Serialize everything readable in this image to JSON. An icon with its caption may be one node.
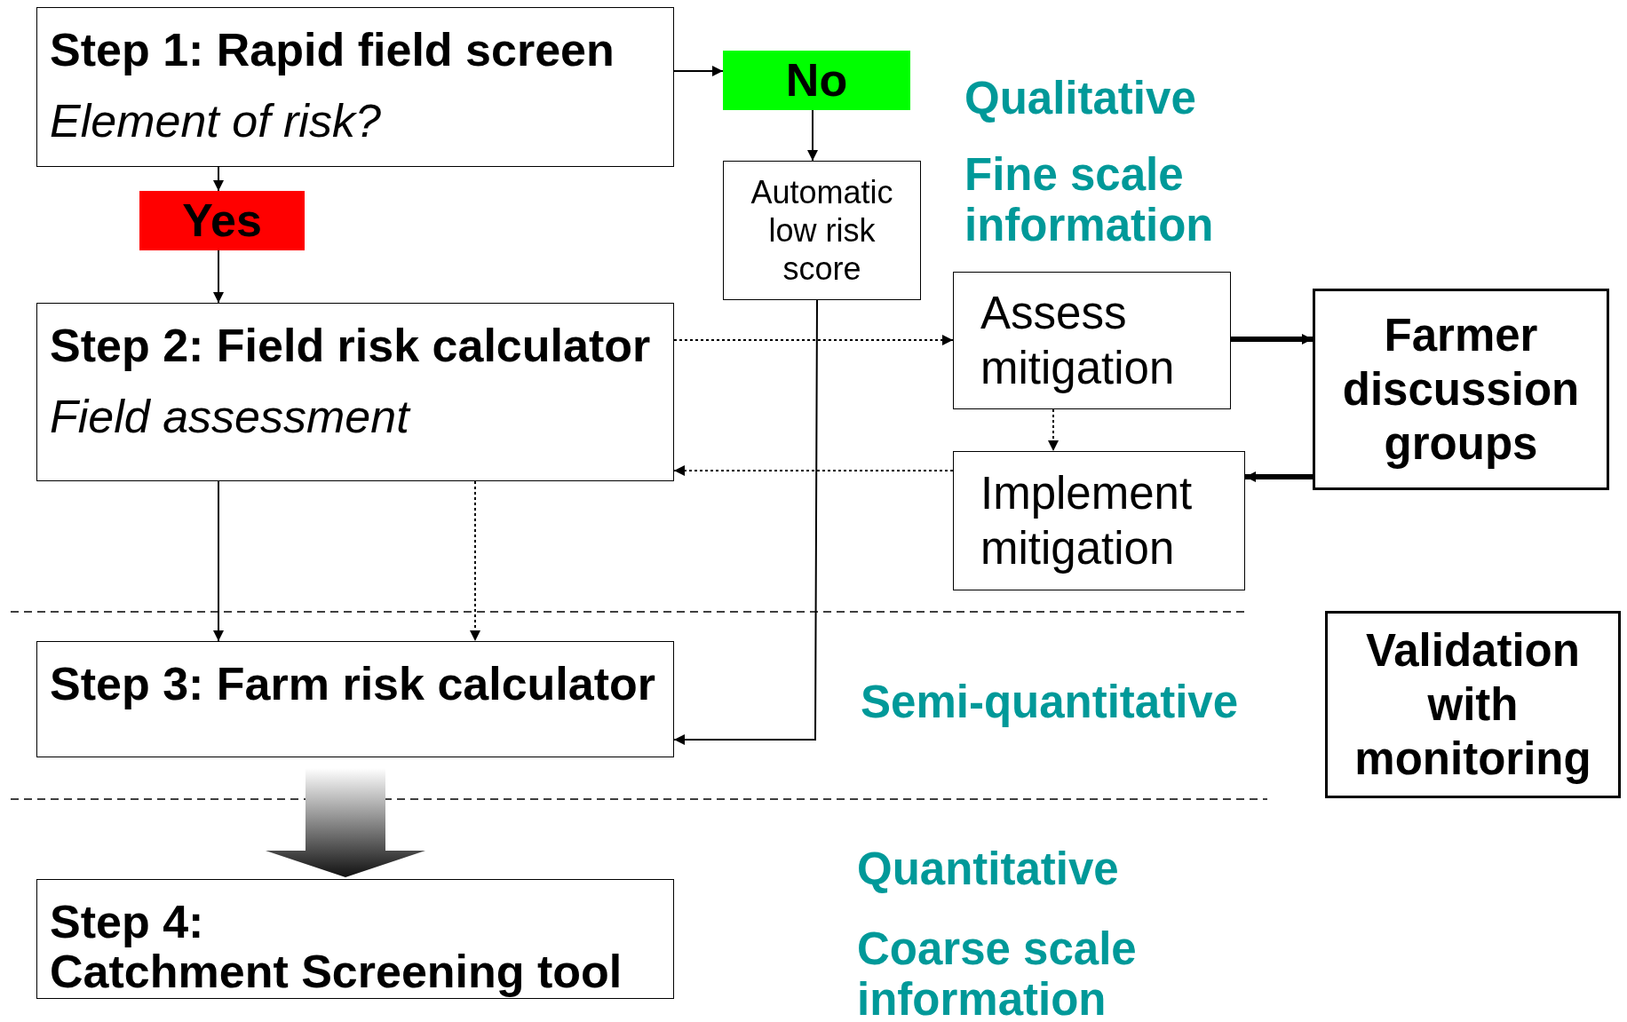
{
  "diagram": {
    "nodes": [
      {
        "text": [
          "Step 1: Rapid field screen",
          "Element of risk?"
        ]
      },
      {
        "text": [
          "No"
        ]
      },
      {
        "text": [
          "Yes"
        ]
      },
      {
        "text": [
          "Automatic low risk score"
        ]
      },
      {
        "text": [
          "Step 2: Field risk calculator",
          "Field assessment"
        ]
      },
      {
        "text": [
          "Assess mitigation"
        ]
      },
      {
        "text": [
          "Farmer discussion groups"
        ]
      },
      {
        "text": [
          "Implement mitigation"
        ]
      },
      {
        "text": [
          "Step 3: Farm risk calculator"
        ]
      },
      {
        "text": [
          "Validation with monitoring"
        ]
      },
      {
        "text": [
          "Step 4:",
          "Catchment Screening tool"
        ]
      }
    ],
    "edges": [
      {
        "from": 0,
        "to": 1,
        "arrow": "to"
      },
      {
        "from": 1,
        "to": 3,
        "arrow": "to"
      },
      {
        "from": 0,
        "to": 2,
        "arrow": "to"
      },
      {
        "from": 2,
        "to": 4,
        "arrow": "to"
      },
      {
        "from": 4,
        "to": 5,
        "arrow": "to",
        "style": "dashed"
      },
      {
        "from": 5,
        "to": 6,
        "arrow": "to",
        "style": "thick"
      },
      {
        "from": 5,
        "to": 7,
        "arrow": "to",
        "style": "dashed"
      },
      {
        "from": 6,
        "to": 7,
        "arrow": "to",
        "style": "thick"
      },
      {
        "from": 7,
        "to": 4,
        "arrow": "to",
        "style": "dashed"
      },
      {
        "from": 4,
        "to": 8,
        "arrow": "to"
      },
      {
        "from": 4,
        "to": 8,
        "arrow": "to",
        "style": "dashed"
      },
      {
        "from": 3,
        "to": 8,
        "arrow": "to"
      },
      {
        "from": 8,
        "to": 10,
        "arrow": "to",
        "style": "thick"
      }
    ],
    "labels": [
      "Qualitative",
      "Fine scale information",
      "Semi-quantitative",
      "Quantitative",
      "Coarse scale information"
    ]
  }
}
